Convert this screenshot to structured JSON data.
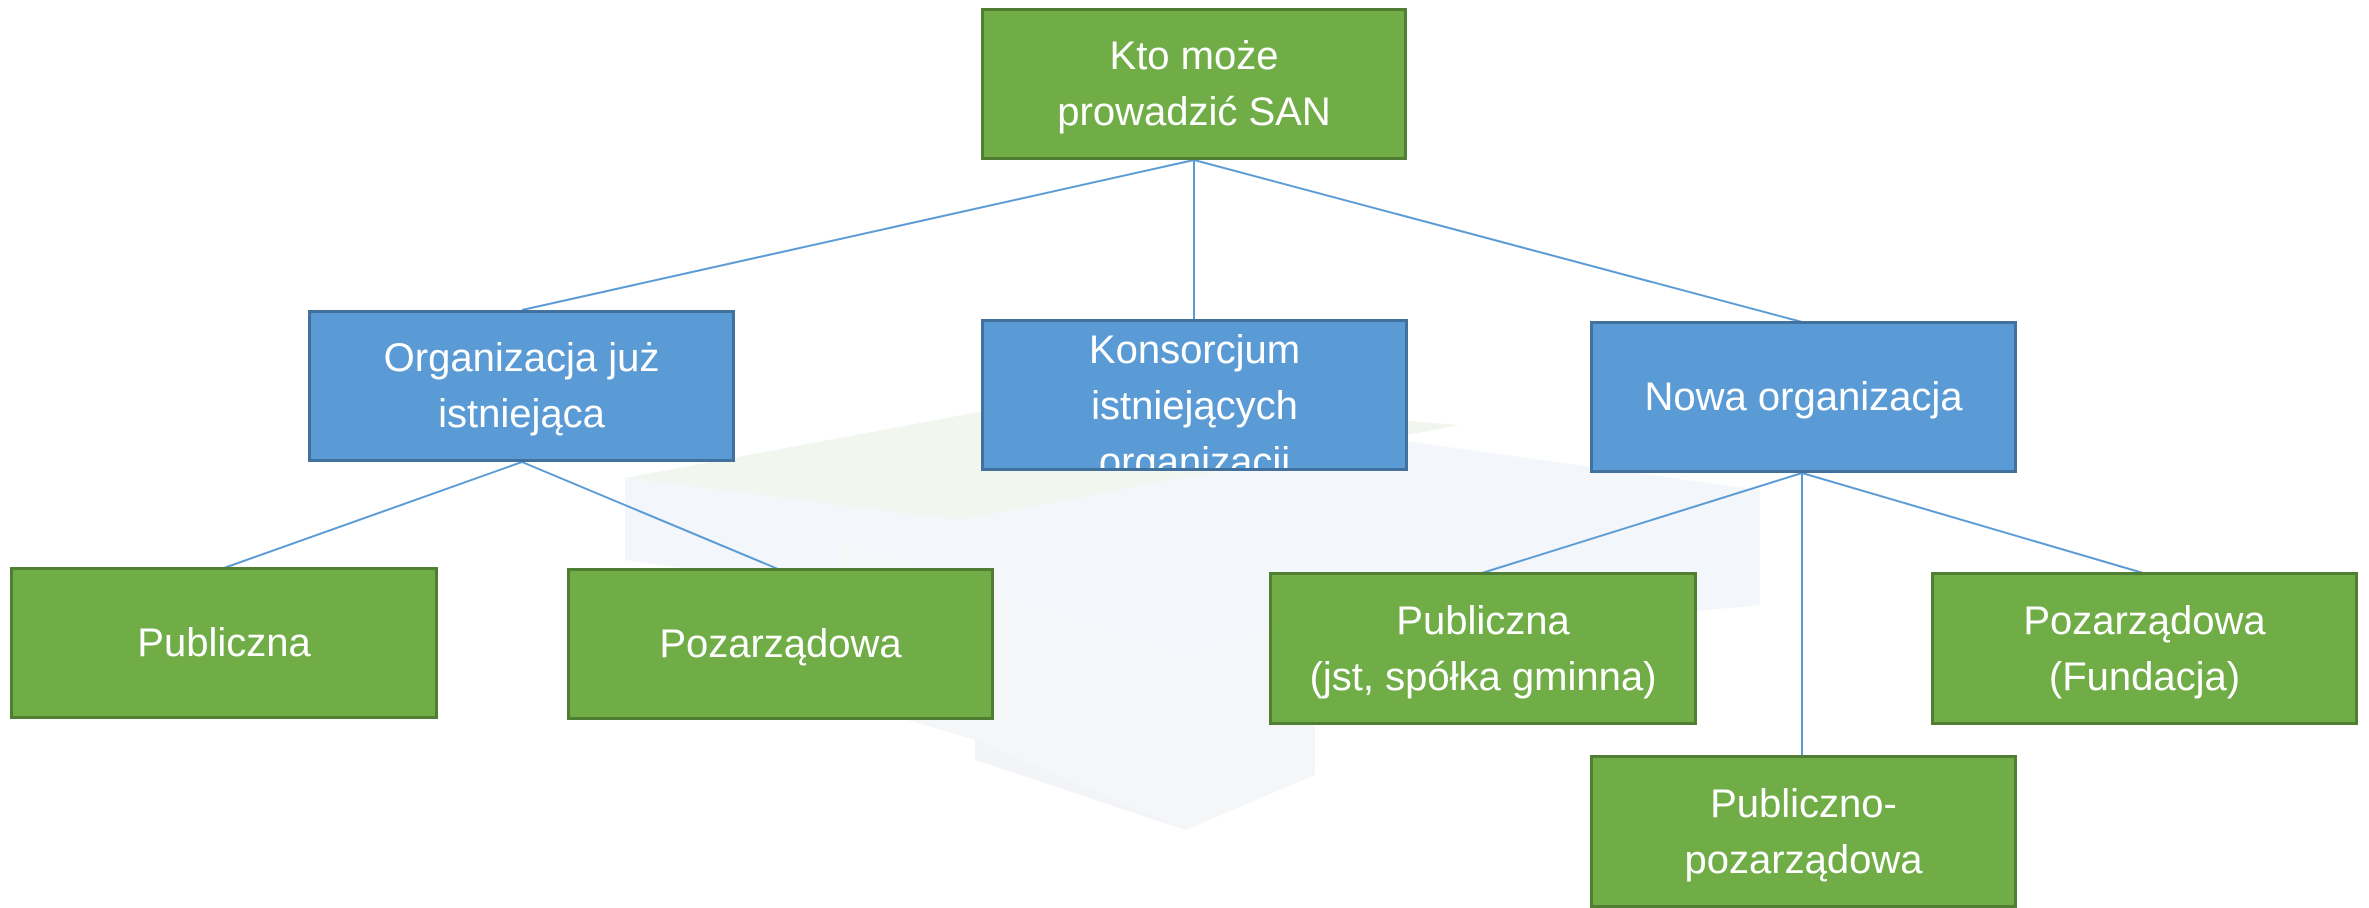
{
  "colors": {
    "green_fill": "#70ad47",
    "green_border": "#507e32",
    "blue_fill": "#5b9bd5",
    "blue_border": "#41719c",
    "connector": "#5b9bd5",
    "text": "#ffffff"
  },
  "diagram": {
    "root": {
      "label": "Kto może\nprowadzić SAN"
    },
    "branches": {
      "existing": {
        "label": "Organizacja już\nistniejąca",
        "children": [
          {
            "label": "Publiczna"
          },
          {
            "label": "Pozarządowa"
          }
        ]
      },
      "consortium": {
        "label": "Konsorcjum\nistniejących\norganizacji"
      },
      "new": {
        "label": "Nowa organizacja",
        "children": [
          {
            "label": "Publiczna\n(jst, spółka gminna)"
          },
          {
            "label": "Publiczno-\npozarządowa"
          },
          {
            "label": "Pozarządowa\n(Fundacja)"
          }
        ]
      }
    }
  }
}
